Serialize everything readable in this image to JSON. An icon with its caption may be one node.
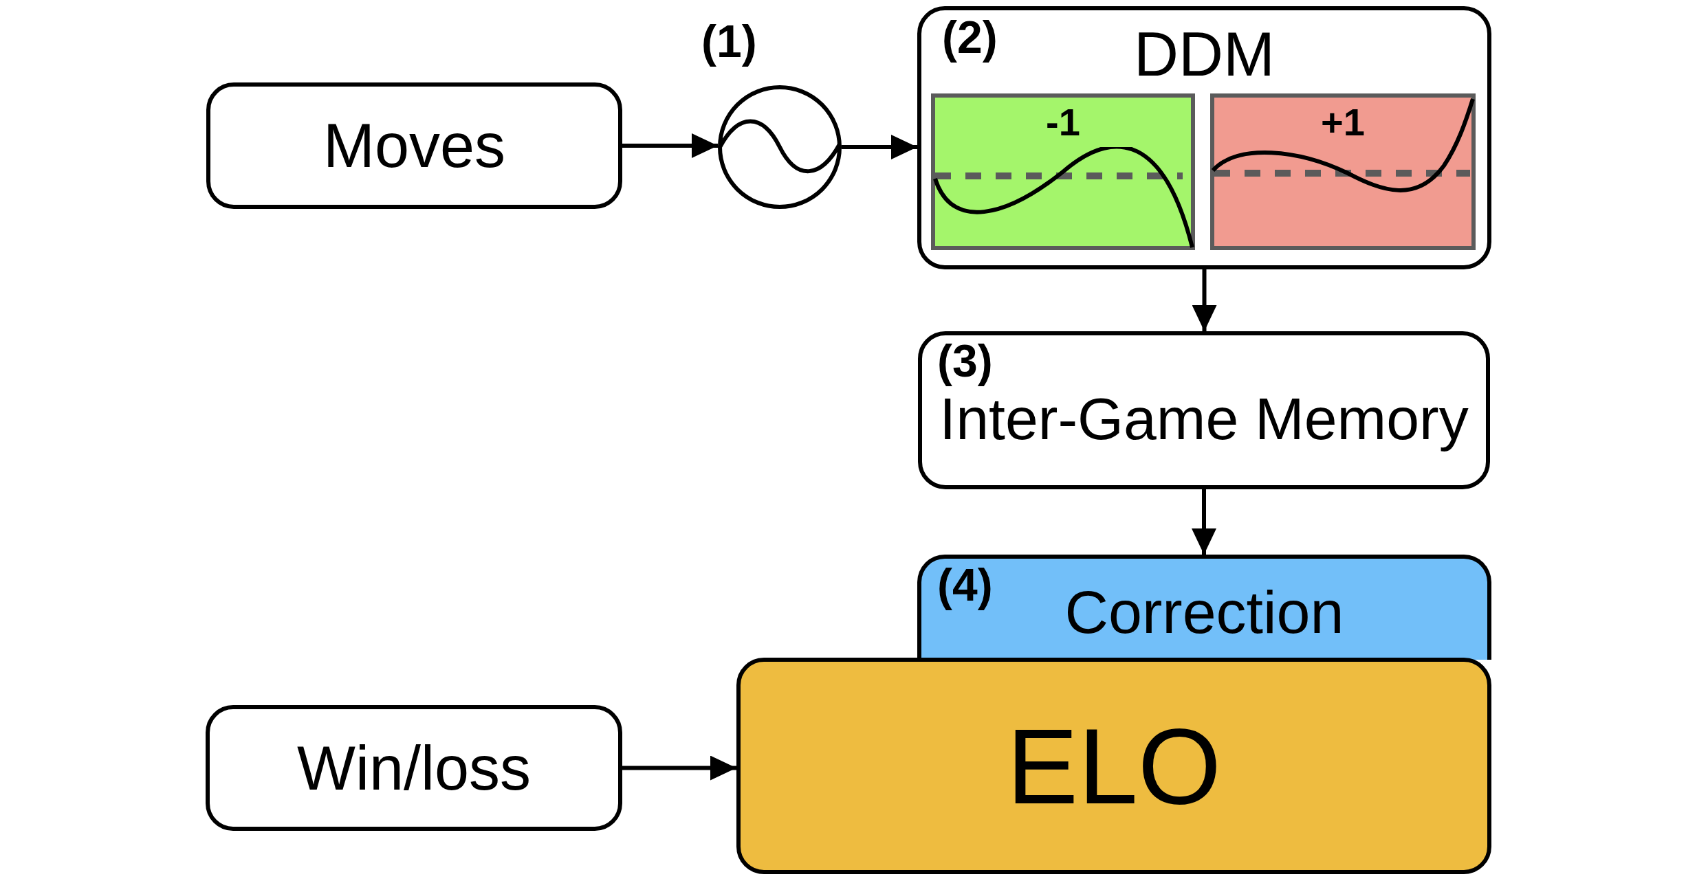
{
  "diagram": {
    "nodes": [
      {
        "text": [
          "Moves"
        ]
      },
      {
        "text": [],
        "shape": "circle",
        "beside": [
          "(1)"
        ]
      },
      {
        "text": [
          "(2)",
          "DDM"
        ]
      },
      {
        "text": [
          "-1"
        ],
        "in": 2
      },
      {
        "text": [
          "+1"
        ],
        "in": 2
      },
      {
        "text": [
          "(3)",
          "Inter-Game Memory"
        ]
      },
      {
        "text": [
          "(4)",
          "Correction"
        ]
      },
      {
        "text": [
          "ELO"
        ]
      },
      {
        "text": [
          "Win/loss"
        ]
      }
    ],
    "edges": [
      {
        "from": 0,
        "to": 1,
        "arrow": "to"
      },
      {
        "from": 1,
        "to": 2,
        "arrow": "to"
      },
      {
        "from": 2,
        "to": 5,
        "arrow": "to"
      },
      {
        "from": 5,
        "to": 6,
        "arrow": "to"
      },
      {
        "from": 8,
        "to": 7,
        "arrow": "to"
      }
    ]
  }
}
